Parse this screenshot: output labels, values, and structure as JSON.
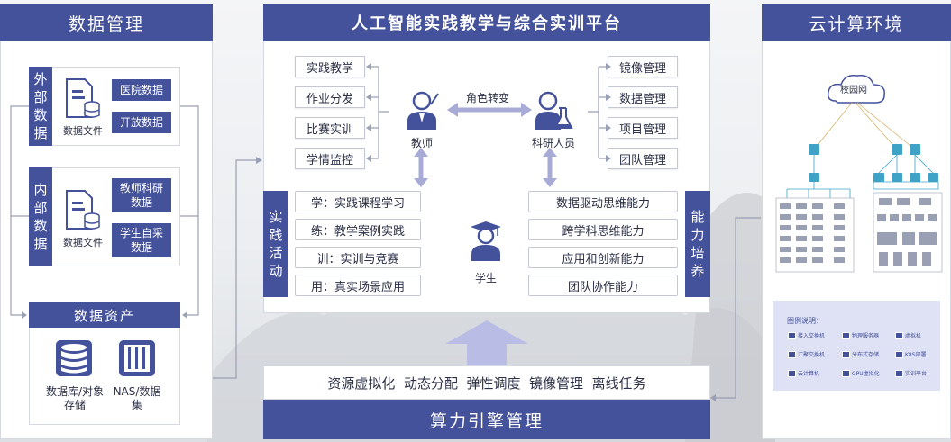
{
  "colors": {
    "primary": "#44519b",
    "accent_light": "#cfd2ec",
    "cloud_line": "#d9b36a"
  },
  "left": {
    "title": "数据管理",
    "external": {
      "side_label": "外部数据",
      "file_label": "数据文件",
      "items": [
        "医院数据",
        "开放数据"
      ]
    },
    "internal": {
      "side_label": "内部数据",
      "file_label": "数据文件",
      "items": [
        "教师科研数据",
        "学生自采数据"
      ]
    },
    "assets": {
      "title": "数据资产",
      "items": [
        {
          "label": "数据库/对象存储",
          "icon": "database-icon"
        },
        {
          "label": "NAS/数据集",
          "icon": "nas-icon"
        }
      ]
    }
  },
  "center": {
    "title": "人工智能实践教学与综合实训平台",
    "left_menu": [
      "实践教学",
      "作业分发",
      "比赛实训",
      "学情监控"
    ],
    "right_menu": [
      "镜像管理",
      "数据管理",
      "项目管理",
      "团队管理"
    ],
    "roles": {
      "teacher": "教师",
      "researcher": "科研人员",
      "student": "学生",
      "switch": "角色转变"
    },
    "practice": {
      "side_label": "实践活动",
      "items": [
        "学：实践课程学习",
        "练：教学案例实践",
        "训：实训与竞赛",
        "用：真实场景应用"
      ]
    },
    "ability": {
      "side_label": "能力培养",
      "items": [
        "数据驱动思维能力",
        "跨学科思维能力",
        "应用和创新能力",
        "团队协作能力"
      ]
    }
  },
  "engine": {
    "features": "资源虚拟化  动态分配  弹性调度  镜像管理  离线任务",
    "title": "算力引擎管理"
  },
  "cloud": {
    "title": "云计算环境",
    "campus_net": "校园网",
    "legend_title": "图例说明：",
    "legend": [
      "接入交换机",
      "物理服务器",
      "虚拟机",
      "汇聚交换机",
      "分布式存储",
      "K8S部署",
      "云计算机",
      "GPU虚拟化",
      "实训平台"
    ]
  }
}
